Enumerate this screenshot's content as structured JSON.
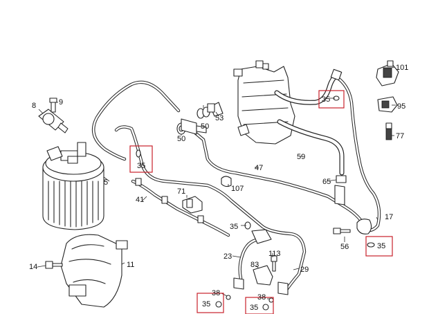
{
  "callouts": {
    "c101": "101",
    "c95": "95",
    "c77": "77",
    "c9": "9",
    "c8": "8",
    "c53": "53",
    "c50a": "50",
    "c50b": "50",
    "c35_top": "35",
    "c35_left": "35",
    "c35_right": "35",
    "c35_mid": "35",
    "c35_bl": "35",
    "c35_br": "35",
    "c59": "59",
    "c47": "47",
    "c5": "5",
    "c65": "65",
    "c107": "107",
    "c71": "71",
    "c41": "41",
    "c17": "17",
    "c56": "56",
    "c113": "113",
    "c23": "23",
    "c83": "83",
    "c29": "29",
    "c14": "14",
    "c11": "11",
    "c38a": "38",
    "c38b": "38"
  },
  "colors": {
    "line": "#222222",
    "highlight": "#c8202a",
    "background": "#ffffff"
  },
  "icons": [
    "bolt-icon",
    "washer-icon",
    "clip-icon"
  ]
}
